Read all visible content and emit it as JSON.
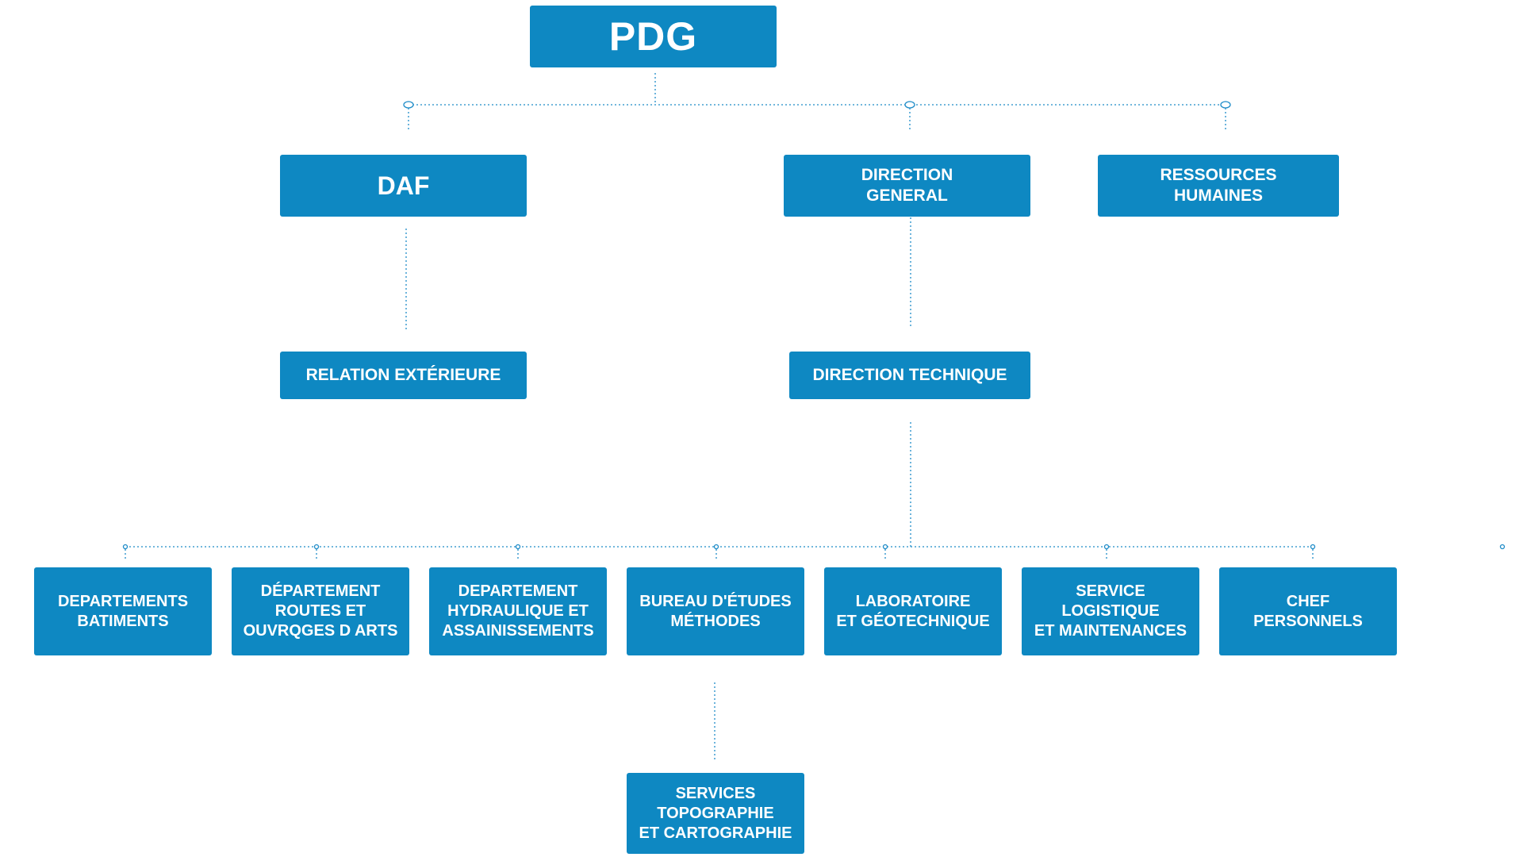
{
  "colors": {
    "box": "#0e88c2",
    "line": "#1e8cc8",
    "text": "#ffffff"
  },
  "chart": {
    "root": {
      "label": "PDG"
    },
    "level1": [
      {
        "label": "DAF"
      },
      {
        "label": "DIRECTION\nGENERAL"
      },
      {
        "label": "RESSOURCES\nHUMAINES"
      }
    ],
    "level2": [
      {
        "label": "RELATION  EXTÉRIEURE"
      },
      {
        "label": "DIRECTION TECHNIQUE"
      }
    ],
    "departments": [
      {
        "label": "DEPARTEMENTS\nBATIMENTS"
      },
      {
        "label": "DÉPARTEMENT\nROUTES ET\nOUVRQGES D ARTS"
      },
      {
        "label": "DEPARTEMENT\nHYDRAULIQUE ET\nASSAINISSEMENTS"
      },
      {
        "label": "BUREAU  D'ÉTUDES\nMÉTHODES"
      },
      {
        "label": "LABORATOIRE\nET GÉOTECHNIQUE"
      },
      {
        "label": "SERVICE LOGISTIQUE\nET MAINTENANCES"
      },
      {
        "label": "CHEF\nPERSONNELS"
      }
    ],
    "sub": {
      "label": "SERVICES\nTOPOGRAPHIE\nET CARTOGRAPHIE"
    }
  }
}
